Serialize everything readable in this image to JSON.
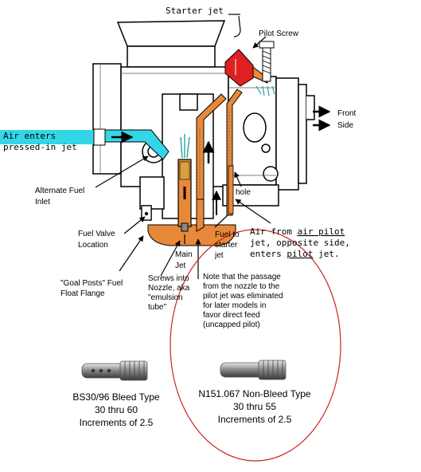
{
  "labels": {
    "starter_jet": "Starter jet",
    "pilot_screw": "Pilot Screw",
    "front_side_1": "Front",
    "front_side_2": "Side",
    "air_enters_1": "Air enters",
    "air_enters_2": "pressed-in jet",
    "alt_fuel_1": "Alternate Fuel",
    "alt_fuel_2": "Inlet",
    "fuel_valve_1": "Fuel Valve",
    "fuel_valve_2": "Location",
    "hole": "hole",
    "fuel_to_starter_1": "Fuel to",
    "fuel_to_starter_2": "starter",
    "fuel_to_starter_3": "jet",
    "air_from_1a": "Air from ",
    "air_from_1b": "air pilot",
    "air_from_2": "jet, opposite side,",
    "air_from_3a": "enters ",
    "air_from_3b": "pilot",
    "air_from_3c": " jet.",
    "main_jet_1": "Main",
    "main_jet_2": "Jet",
    "goal_posts_1": "\"Goal Posts\" Fuel",
    "goal_posts_2": "Float Flange",
    "screws_1": "Screws into",
    "screws_2": "Nozzle, aka",
    "screws_3": "\"emulsion",
    "screws_4": "tube\"",
    "note_1": "Note that the passage",
    "note_2": "from the nozzle to the",
    "note_3": "pilot jet was eliminated",
    "note_4": "for later models in",
    "note_5": "favor direct feed",
    "note_6": "(uncapped pilot)"
  },
  "jets": [
    {
      "line1": "BS30/96 Bleed Type",
      "line2": "30 thru 60",
      "line3": "Increments of 2.5"
    },
    {
      "line1": "N151.067 Non-Bleed Type",
      "line2": "30 thru 55",
      "line3": "Increments of 2.5"
    }
  ],
  "colors": {
    "fuel": "#e8893a",
    "fuel_dark": "#c8601a",
    "starter_jet": "#e02020",
    "air": "#33d6e6",
    "outline": "#000000",
    "note_circle": "#cc2222",
    "jet_metal": "#9a9a9a"
  }
}
